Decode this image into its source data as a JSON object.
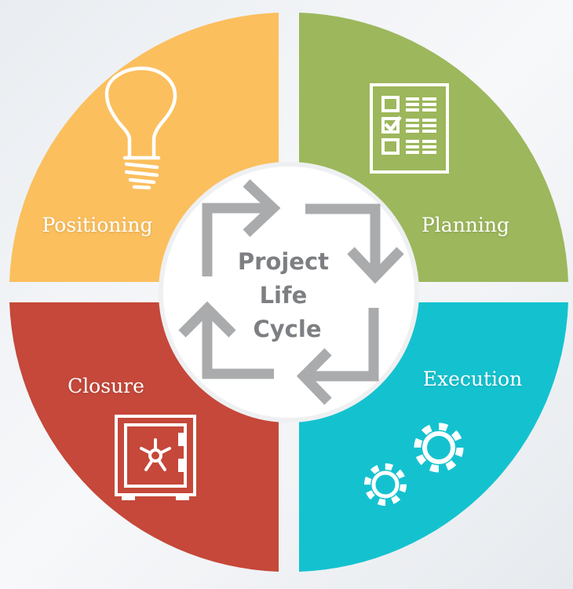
{
  "diagram": {
    "center_title_lines": [
      "Project",
      "Life",
      "Cycle"
    ],
    "segments": {
      "positioning": {
        "label": "Positioning",
        "color": "#fbbf5e",
        "icon": "lightbulb-icon"
      },
      "planning": {
        "label": "Planning",
        "color": "#9db75c",
        "icon": "checklist-icon"
      },
      "execution": {
        "label": "Execution",
        "color": "#14c2cf",
        "icon": "gears-icon"
      },
      "closure": {
        "label": "Closure",
        "color": "#c5483a",
        "icon": "safe-icon"
      }
    },
    "cycle_arrow_color": "#a9abad",
    "center_fill": "#ffffff"
  }
}
